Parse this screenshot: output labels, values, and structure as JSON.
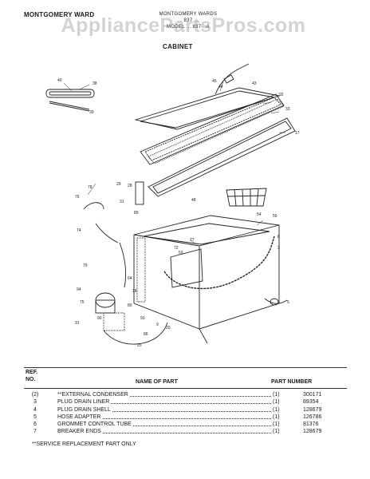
{
  "watermark": "AppliancePartsPros.com",
  "header": {
    "brand": "MONTGOMERY WARD",
    "center_line1": "MONTGOMERY WARDS",
    "center_line2": "... 837 ...",
    "center_line3": "MODEL ... 837-..A"
  },
  "section": "CABINET",
  "callouts": [
    "40",
    "38",
    "39",
    "45",
    "44",
    "43",
    "92",
    "33",
    "17",
    "78",
    "76",
    "29",
    "31",
    "28",
    "89",
    "48",
    "54",
    "55",
    "74",
    "77",
    "72",
    "53",
    "8",
    "3",
    "79",
    "94",
    "75",
    "64",
    "18",
    "80",
    "93",
    "9",
    "91",
    "90",
    "5",
    "86",
    "20",
    "25"
  ],
  "table": {
    "ref_header_1": "REF.",
    "ref_header_2": "NO.",
    "name_header": "NAME OF PART",
    "number_header": "PART NUMBER",
    "rows": [
      {
        "ref": "(2)",
        "name": "**EXTERNAL CONDENSER",
        "qty": "(1)",
        "part": "300171"
      },
      {
        "ref": "3",
        "name": "PLUG DRAIN LINER",
        "qty": "(1)",
        "part": "89354"
      },
      {
        "ref": "4",
        "name": "PLUG DRAIN SHELL",
        "qty": "(1)",
        "part": "128679"
      },
      {
        "ref": "5",
        "name": "HOSE ADAPTER",
        "qty": "(1)",
        "part": "126786"
      },
      {
        "ref": "6",
        "name": "GROMMET CONTROL TUBE",
        "qty": "(1)",
        "part": "81376"
      },
      {
        "ref": "7",
        "name": "BREAKER ENDS",
        "qty": "(1)",
        "part": "128679"
      }
    ],
    "footnote": "**SERVICE REPLACEMENT PART ONLY"
  }
}
